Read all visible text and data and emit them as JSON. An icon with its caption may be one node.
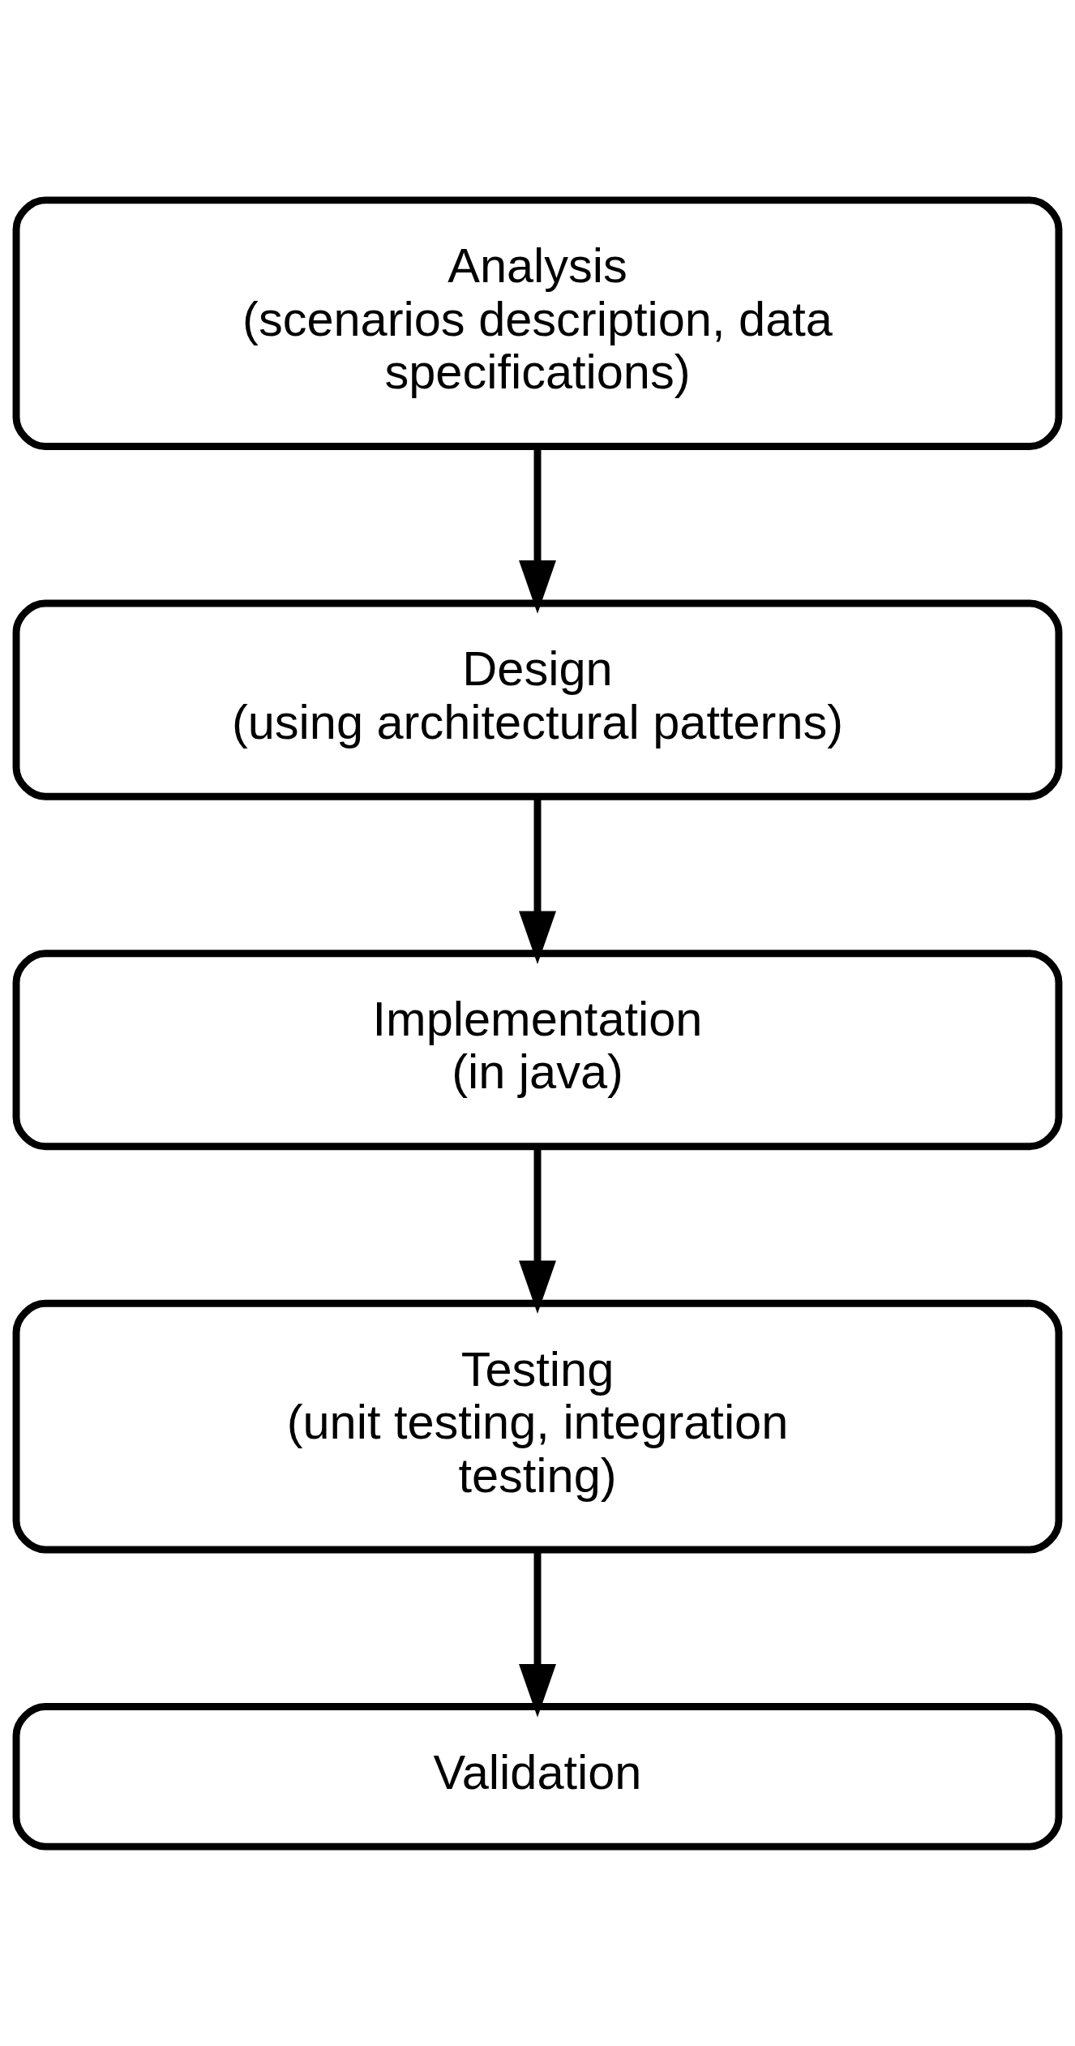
{
  "diagram": {
    "nodes": [
      {
        "text": [
          "Analysis",
          "(scenarios description, data specifications)"
        ]
      },
      {
        "text": [
          "Design",
          "(using architectural patterns)"
        ]
      },
      {
        "text": [
          "Implementation",
          "(in java)"
        ]
      },
      {
        "text": [
          "Testing",
          "(unit testing, integration testing)"
        ]
      },
      {
        "text": [
          "Validation"
        ]
      }
    ],
    "edges": [
      {
        "from": 0,
        "to": 1,
        "arrow": "to"
      },
      {
        "from": 1,
        "to": 2,
        "arrow": "to"
      },
      {
        "from": 2,
        "to": 3,
        "arrow": "to"
      },
      {
        "from": 3,
        "to": 4,
        "arrow": "to"
      }
    ]
  }
}
